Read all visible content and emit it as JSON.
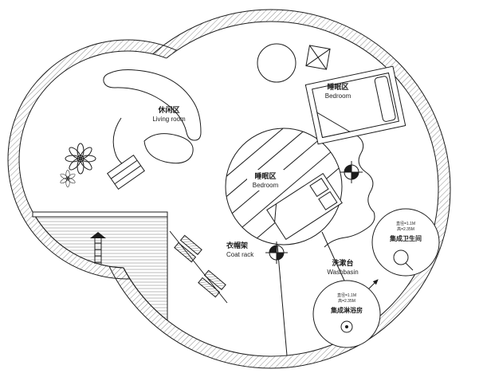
{
  "areas": {
    "living": {
      "zh": "休闲区",
      "en": "Living room"
    },
    "bedroom_window": {
      "zh": "睡眠区",
      "en": "Bedroom"
    },
    "bedroom_core": {
      "zh": "睡眠区",
      "en": "Bedroom"
    },
    "coat_rack": {
      "zh": "衣帽架",
      "en": "Coat rack"
    },
    "washbasin": {
      "zh": "洗漱台",
      "en": "Washbasin"
    },
    "toilet_pod": {
      "zh": "集成卫生间",
      "dim_line1": "直径=1.1M",
      "dim_line2": "高=2.35M"
    },
    "shower_pod": {
      "zh": "集成淋浴房",
      "dim_line1": "直径=1.1M",
      "dim_line2": "高=2.35M"
    }
  },
  "icons": {
    "plant": "plant-icon",
    "ladder": "ladder-icon",
    "column_marker": "column-marker-icon",
    "curtain": "curtain-icon",
    "lamp": "lamp-square-icon",
    "toilet": "toilet-icon",
    "shower_drain": "shower-drain-icon",
    "arrow": "pod-arrow-icon"
  },
  "colors": {
    "line": "#1c1c1c",
    "wall_hatch": "#808080",
    "deck_hatch": "#aaaaaa",
    "background": "#ffffff"
  }
}
